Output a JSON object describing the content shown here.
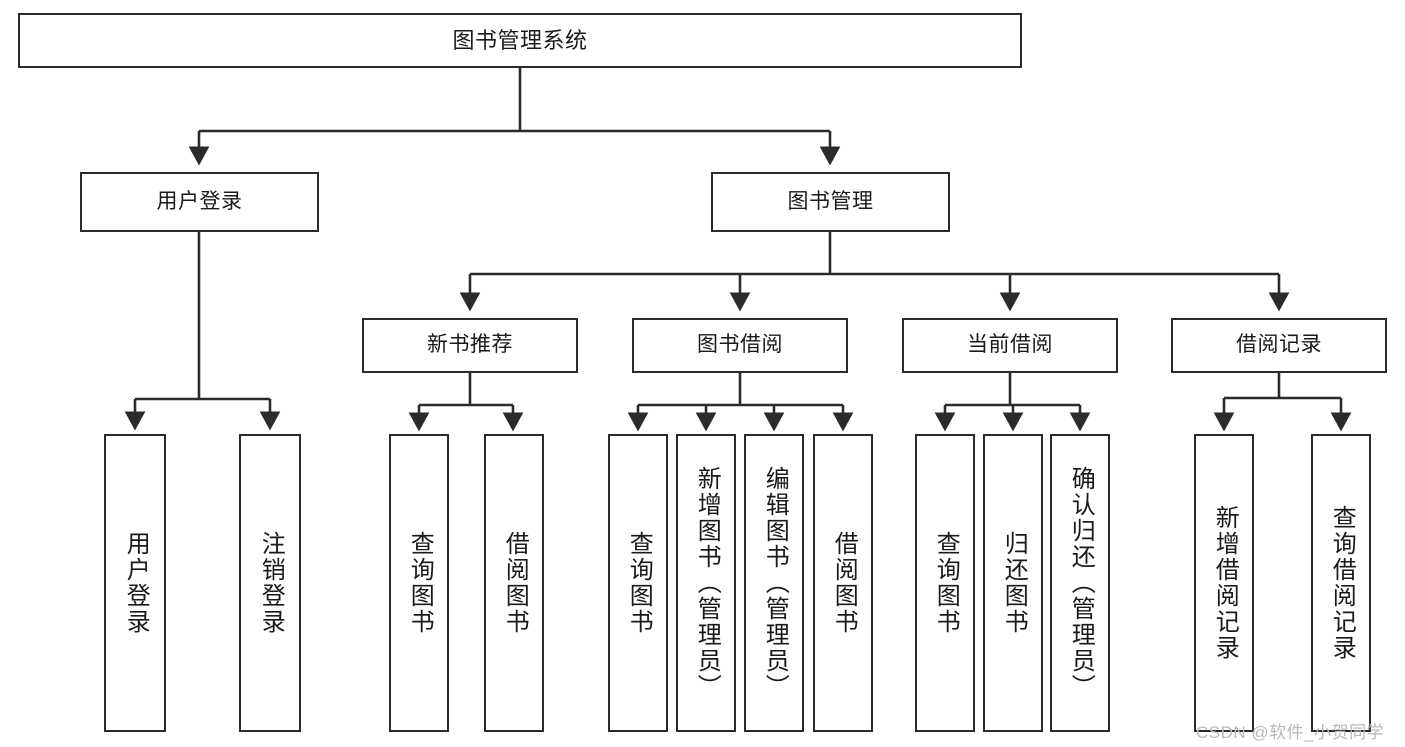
{
  "diagram": {
    "type": "tree",
    "title": "图书管理系统",
    "watermark": "CSDN @软件_小贺同学",
    "colors": {
      "box_border": "#2b2b2b",
      "box_fill": "#ffffff",
      "connector": "#2b2b2b",
      "text": "#1a1a1a",
      "watermark": "#b9b9b9"
    },
    "nodes": {
      "root": {
        "label": "图书管理系统"
      },
      "level2": [
        {
          "id": "user_login",
          "label": "用户登录"
        },
        {
          "id": "book_mgmt",
          "label": "图书管理"
        }
      ],
      "level3": [
        {
          "id": "new_book_rec",
          "label": "新书推荐"
        },
        {
          "id": "book_borrow",
          "label": "图书借阅"
        },
        {
          "id": "current_borrow",
          "label": "当前借阅"
        },
        {
          "id": "borrow_record",
          "label": "借阅记录"
        }
      ],
      "leaves": {
        "user_login": [
          {
            "id": "leaf_user_login",
            "label": "用户登录"
          },
          {
            "id": "leaf_logout",
            "label": "注销登录"
          }
        ],
        "new_book_rec": [
          {
            "id": "leaf_query_book_1",
            "label": "查询图书"
          },
          {
            "id": "leaf_borrow_book_1",
            "label": "借阅图书"
          }
        ],
        "book_borrow": [
          {
            "id": "leaf_query_book_2",
            "label": "查询图书"
          },
          {
            "id": "leaf_add_book",
            "label": "新增图书（管理员）"
          },
          {
            "id": "leaf_edit_book",
            "label": "编辑图书（管理员）"
          },
          {
            "id": "leaf_borrow_book_2",
            "label": "借阅图书"
          }
        ],
        "current_borrow": [
          {
            "id": "leaf_query_book_3",
            "label": "查询图书"
          },
          {
            "id": "leaf_return_book",
            "label": "归还图书"
          },
          {
            "id": "leaf_confirm_return",
            "label": "确认归还（管理员）"
          }
        ],
        "borrow_record": [
          {
            "id": "leaf_add_record",
            "label": "新增借阅记录"
          },
          {
            "id": "leaf_query_record",
            "label": "查询借阅记录"
          }
        ]
      }
    }
  }
}
